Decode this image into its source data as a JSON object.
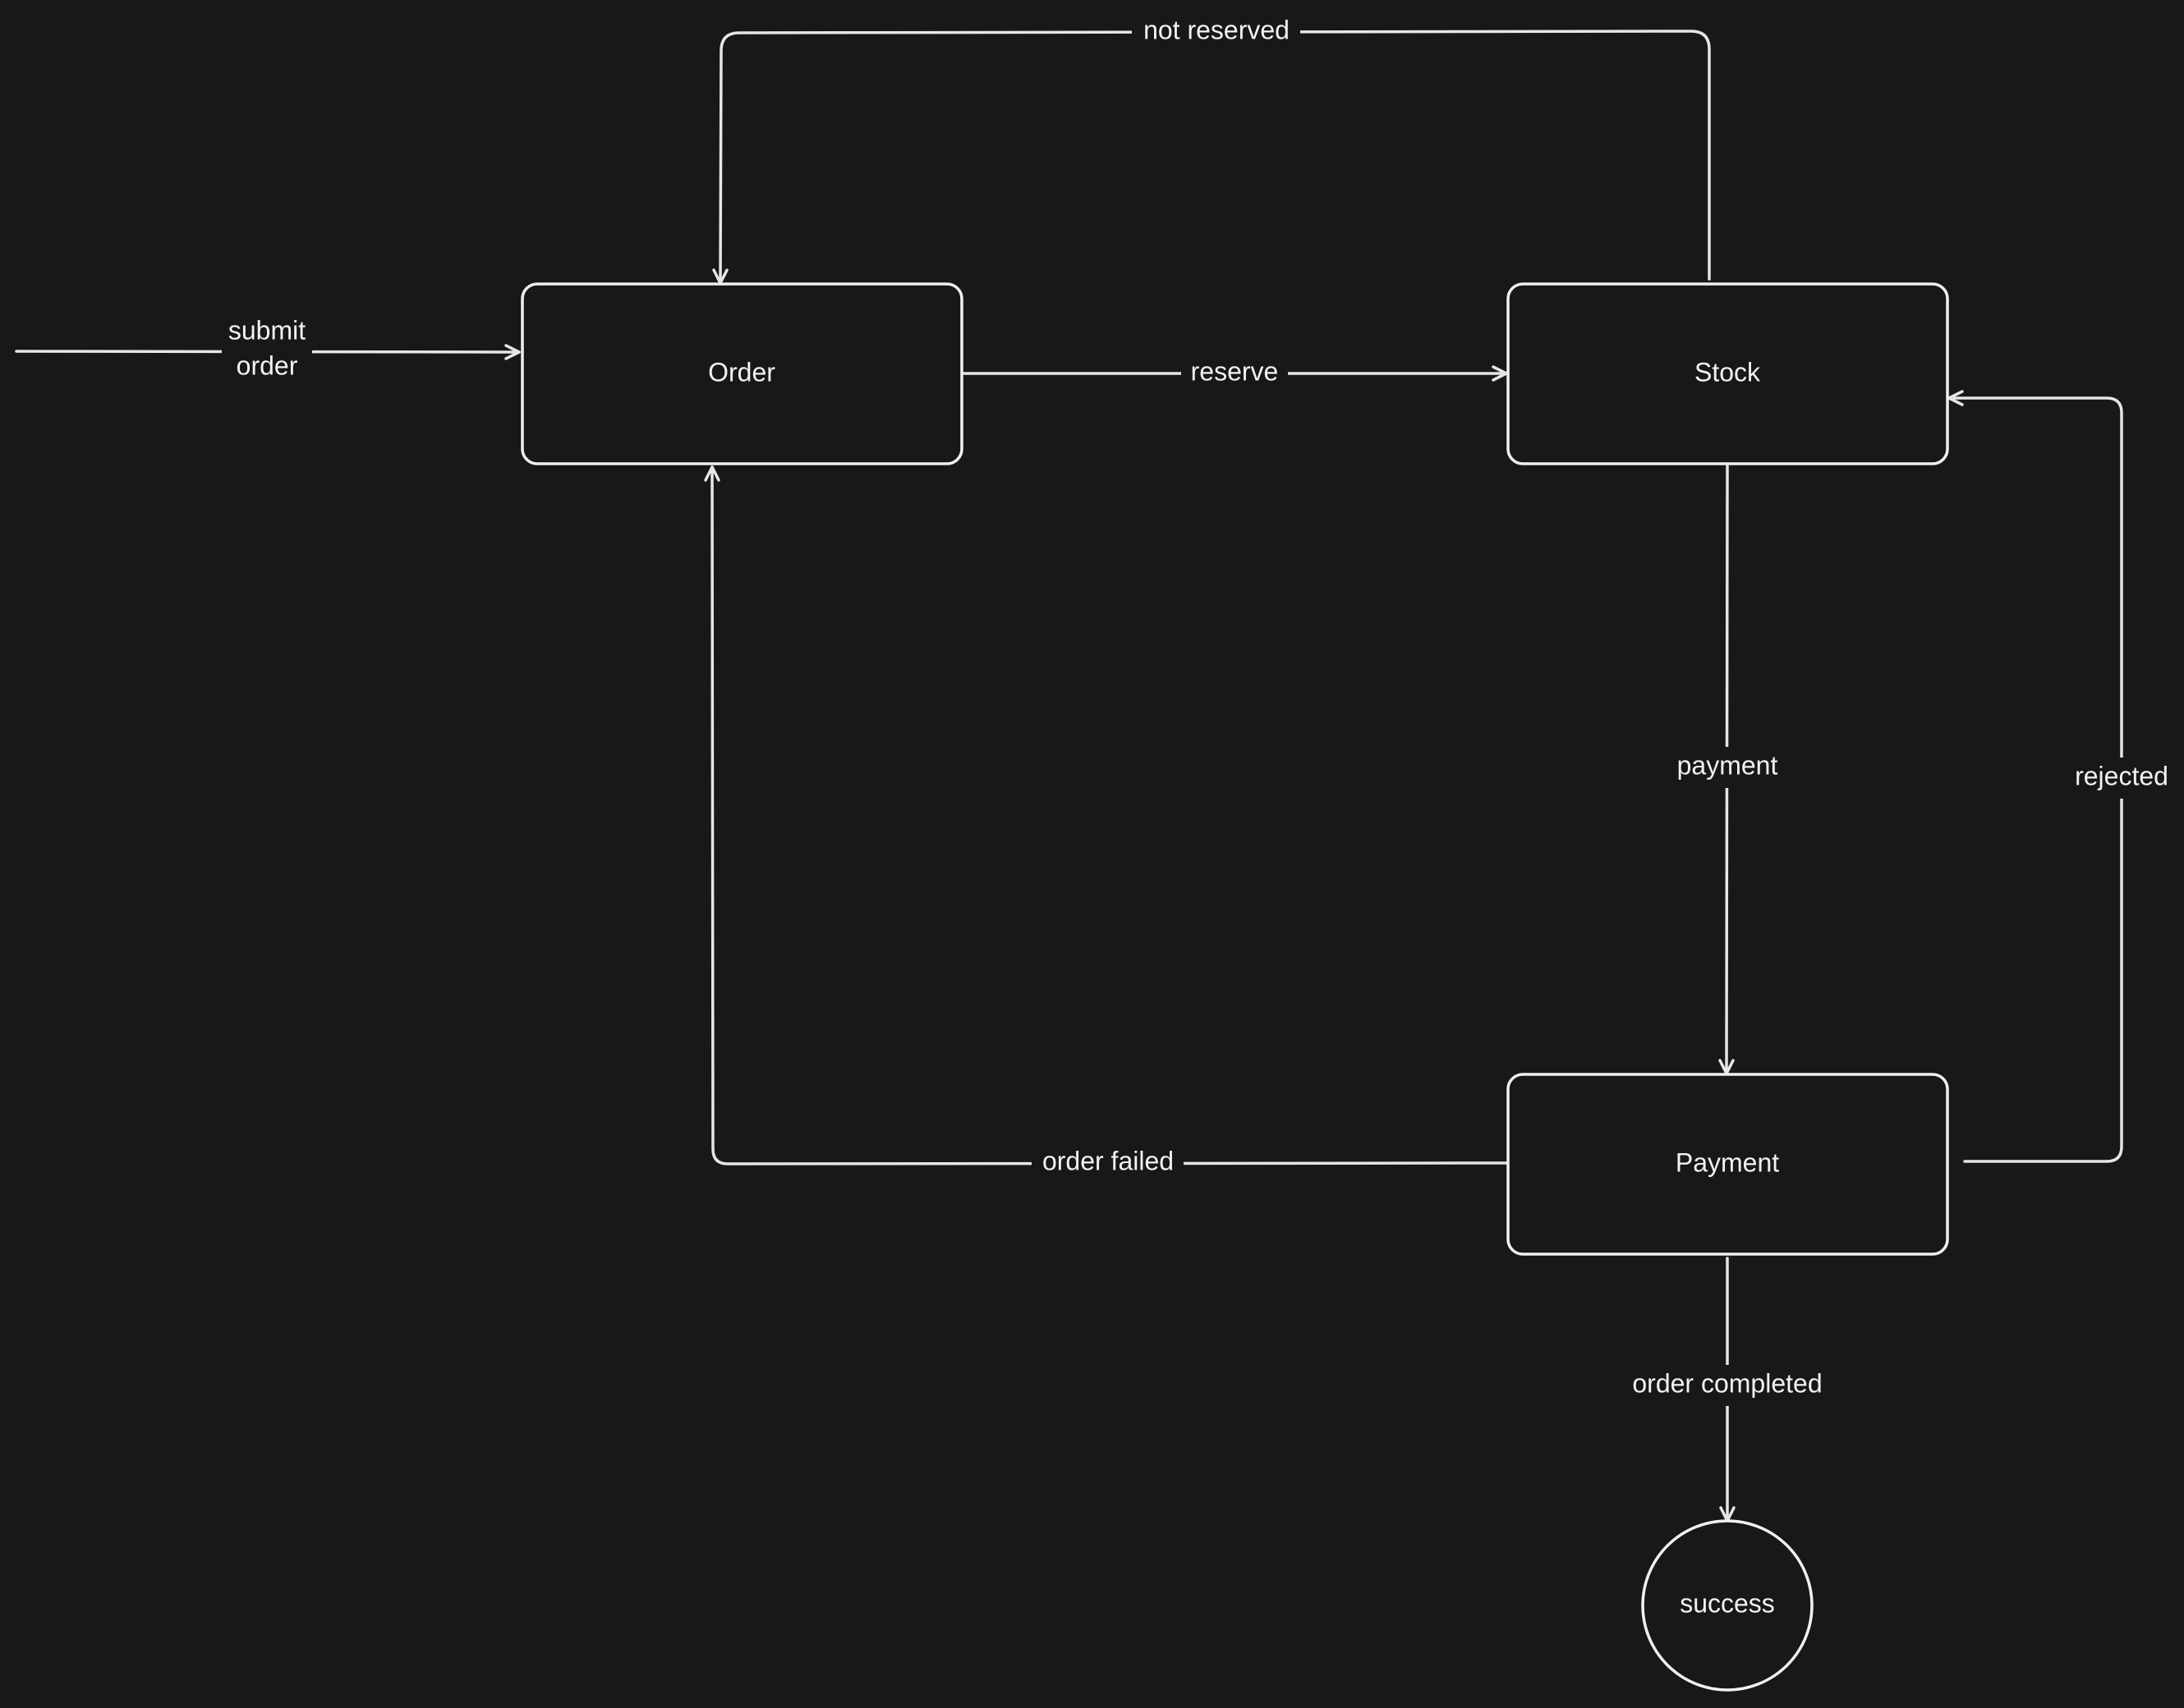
{
  "nodes": {
    "order": "Order",
    "stock": "Stock",
    "payment": "Payment",
    "success": "success"
  },
  "edges": {
    "submit_order_line1": "submit",
    "submit_order_line2": "order",
    "reserve": "reserve",
    "not_reserved": "not reserved",
    "payment": "payment",
    "rejected": "rejected",
    "order_failed": "order failed",
    "order_completed": "order completed"
  },
  "colors": {
    "background": "#181818",
    "stroke": "#f0f0f0",
    "text": "#f2f2f2"
  }
}
